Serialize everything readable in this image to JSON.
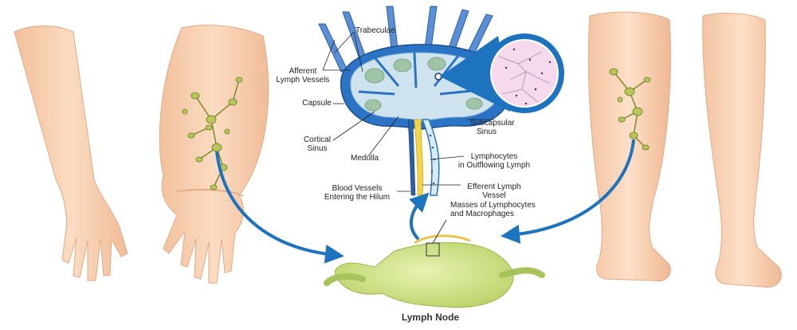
{
  "labels": {
    "trabeculae": "Trabeculae",
    "afferent_line1": "Afferent",
    "afferent_line2": "Lymph Vessels",
    "capsule": "Capsule",
    "cortical_line1": "Cortical",
    "cortical_line2": "Sinus",
    "medulla": "Medulla",
    "subcapsular_line1": "Subcapsular",
    "subcapsular_line2": "Sinus",
    "lymphocytes_line1": "Lymphocytes",
    "lymphocytes_line2": "in Outflowing Lymph",
    "blood_line1": "Blood Vessels",
    "blood_line2": "Entering the Hilum",
    "efferent_line1": "Efferent Lymph",
    "efferent_line2": "Vessel",
    "masses_line1": "Masses of Lymphocytes",
    "masses_line2": "and Macrophages"
  },
  "title": "Lymph Node",
  "colors": {
    "skin": "#f9d3b3",
    "skin_shadow": "#eeb48f",
    "lymph_green": "#b7c75a",
    "node_green": "#cfe58a",
    "capsule_blue": "#2b73c4",
    "sinus_light": "#cfe3ee",
    "arrow_blue": "#1d73be",
    "zoom_pink": "#f7d9ee"
  }
}
